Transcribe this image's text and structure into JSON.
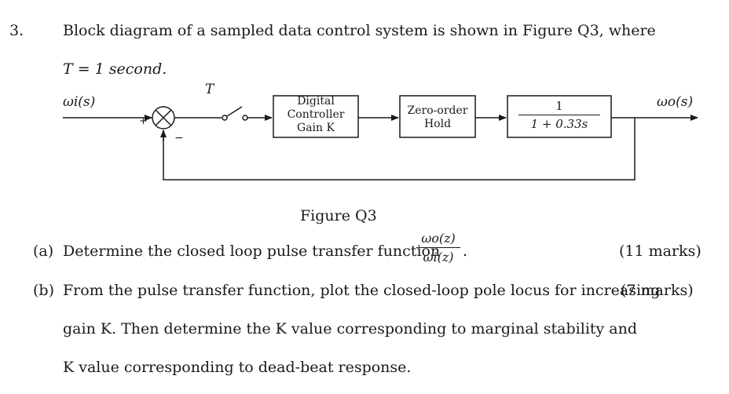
{
  "question": {
    "number": "3.",
    "intro_line1": "Block diagram of a sampled data control system is shown in Figure Q3, where",
    "intro_line2": "T = 1 second."
  },
  "diagram": {
    "input_label": "ωi(s)",
    "output_label": "ωo(s)",
    "sampler_label": "T",
    "plus_sign": "+",
    "minus_sign": "−",
    "block_controller": [
      "Digital",
      "Controller",
      "Gain K"
    ],
    "block_zoh": [
      "Zero-order",
      "Hold"
    ],
    "block_plant_num": "1",
    "block_plant_den": "1 + 0.33s",
    "caption": "Figure Q3"
  },
  "parts": {
    "a": {
      "label": "(a)",
      "text": "Determine the closed loop pulse transfer function",
      "frac_num": "ωo(z)",
      "frac_den": "ωi(z)",
      "end": ".",
      "marks": "(11 marks)"
    },
    "b": {
      "label": "(b)",
      "line1": "From the pulse transfer function, plot the closed-loop pole locus for increasing",
      "marks": "(7 marks)",
      "line2": "gain K. Then determine the K value corresponding to marginal stability and",
      "line3": "K value corresponding to dead-beat response."
    }
  }
}
